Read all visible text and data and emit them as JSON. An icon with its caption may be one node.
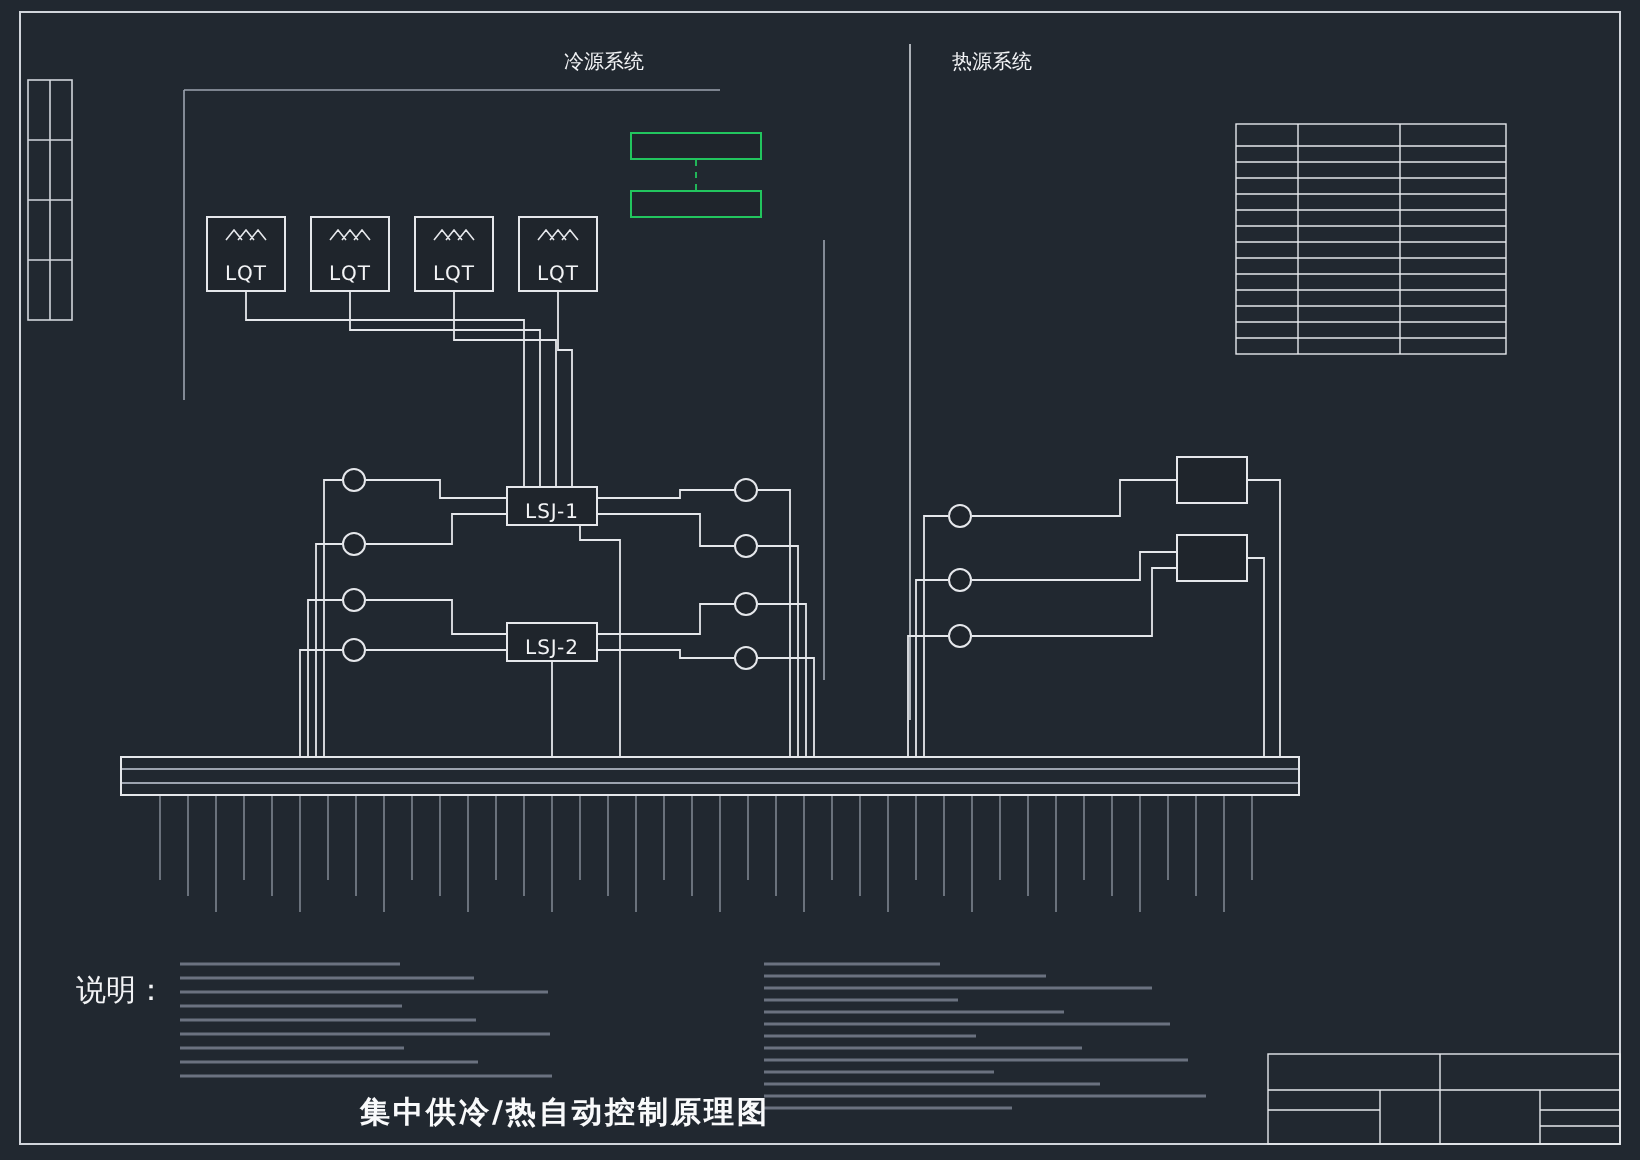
{
  "diagram": {
    "title": "集中供冷/热自动控制原理图",
    "nodes": [
      {
        "text": [
          "LQT"
        ]
      },
      {
        "text": [
          "LQT"
        ]
      },
      {
        "text": [
          "LQT"
        ]
      },
      {
        "text": [
          "LQT"
        ]
      },
      {
        "text": [
          "LSJ-1"
        ]
      },
      {
        "text": [
          "LSJ-2"
        ]
      },
      {
        "text": [],
        "shape": "circle"
      },
      {
        "text": [],
        "shape": "circle"
      },
      {
        "text": [],
        "shape": "circle"
      },
      {
        "text": [],
        "shape": "circle"
      },
      {
        "text": [],
        "shape": "circle"
      },
      {
        "text": [],
        "shape": "circle"
      },
      {
        "text": [],
        "shape": "circle"
      },
      {
        "text": [],
        "shape": "circle"
      },
      {
        "text": [],
        "shape": "circle"
      },
      {
        "text": [],
        "shape": "circle"
      },
      {
        "text": [],
        "shape": "circle"
      },
      {
        "text": [],
        "shape": "box"
      },
      {
        "text": [],
        "shape": "box"
      },
      {
        "text": [],
        "shape": "box"
      },
      {
        "text": [],
        "shape": "box"
      },
      {
        "text": [],
        "shape": "bar"
      }
    ],
    "edges": [
      {
        "from": 0,
        "to": 4,
        "arrow": "none"
      },
      {
        "from": 1,
        "to": 4,
        "arrow": "none"
      },
      {
        "from": 2,
        "to": 4,
        "arrow": "none"
      },
      {
        "from": 3,
        "to": 4,
        "arrow": "none"
      },
      {
        "from": 6,
        "to": 4,
        "arrow": "none"
      },
      {
        "from": 7,
        "to": 4,
        "arrow": "none"
      },
      {
        "from": 8,
        "to": 5,
        "arrow": "none"
      },
      {
        "from": 9,
        "to": 5,
        "arrow": "none"
      },
      {
        "from": 4,
        "to": 10,
        "arrow": "none"
      },
      {
        "from": 4,
        "to": 11,
        "arrow": "none"
      },
      {
        "from": 5,
        "to": 12,
        "arrow": "none"
      },
      {
        "from": 5,
        "to": 13,
        "arrow": "none"
      },
      {
        "from": 14,
        "to": 17,
        "arrow": "none"
      },
      {
        "from": 15,
        "to": 18,
        "arrow": "none"
      },
      {
        "from": 16,
        "to": 18,
        "arrow": "none"
      },
      {
        "from": 19,
        "to": 20,
        "arrow": "none",
        "style": "dashed",
        "color": "#22c55e"
      },
      {
        "from": 4,
        "to": 21,
        "arrow": "none"
      },
      {
        "from": 5,
        "to": 21,
        "arrow": "none"
      },
      {
        "from": 6,
        "to": 21,
        "arrow": "none"
      },
      {
        "from": 7,
        "to": 21,
        "arrow": "none"
      },
      {
        "from": 8,
        "to": 21,
        "arrow": "none"
      },
      {
        "from": 9,
        "to": 21,
        "arrow": "none"
      },
      {
        "from": 10,
        "to": 21,
        "arrow": "none"
      },
      {
        "from": 11,
        "to": 21,
        "arrow": "none"
      },
      {
        "from": 12,
        "to": 21,
        "arrow": "none"
      },
      {
        "from": 13,
        "to": 21,
        "arrow": "none"
      },
      {
        "from": 14,
        "to": 21,
        "arrow": "none"
      },
      {
        "from": 15,
        "to": 21,
        "arrow": "none"
      },
      {
        "from": 16,
        "to": 21,
        "arrow": "none"
      },
      {
        "from": 17,
        "to": 21,
        "arrow": "none"
      },
      {
        "from": 18,
        "to": 21,
        "arrow": "none"
      }
    ],
    "labels": [
      "冷源系统",
      "热源系统",
      "说明："
    ]
  }
}
